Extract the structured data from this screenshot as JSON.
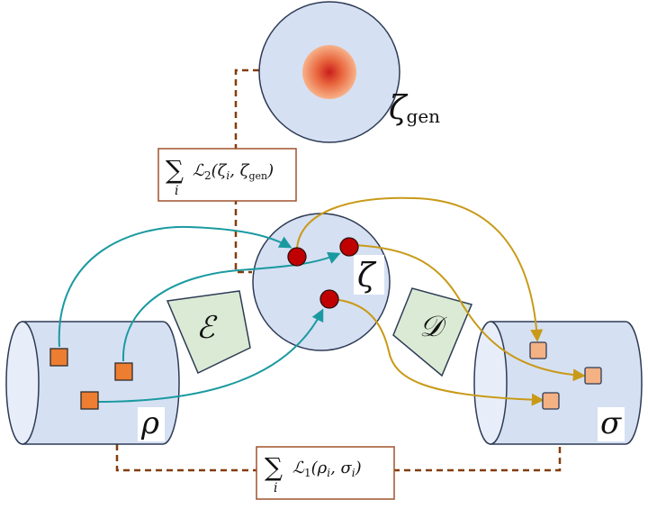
{
  "labels": {
    "zeta_gen_symbol": "ζ",
    "zeta_gen_sub": "gen",
    "zeta": "ζ",
    "rho": "ρ",
    "sigma": "σ",
    "encoder": "ℰ",
    "decoder": "𝒟"
  },
  "loss2": {
    "sum": "∑",
    "index": "i",
    "fn": "ℒ",
    "sub": "2",
    "args": "(ζ",
    "args_i": "i",
    "args_mid": ", ζ",
    "args_gen": "gen",
    "close": ")"
  },
  "loss1": {
    "sum": "∑",
    "index": "i",
    "fn": "ℒ",
    "sub": "1",
    "args": "(ρ",
    "args_i": "i",
    "args_mid": ", σ",
    "args_i2": "i",
    "close": ")"
  },
  "colors": {
    "panel_fill": "#d6e0f3",
    "outline": "#2d3b55",
    "encoder_fill": "#dbead4",
    "latent_point": "#c00000",
    "input_square": "#ed7d31",
    "output_square": "#f4b183",
    "teal_arrow": "#1a9aa0",
    "gold_arrow": "#c89a18",
    "dashed_line": "#843c0c",
    "loss_box_border": "#a0522d"
  }
}
